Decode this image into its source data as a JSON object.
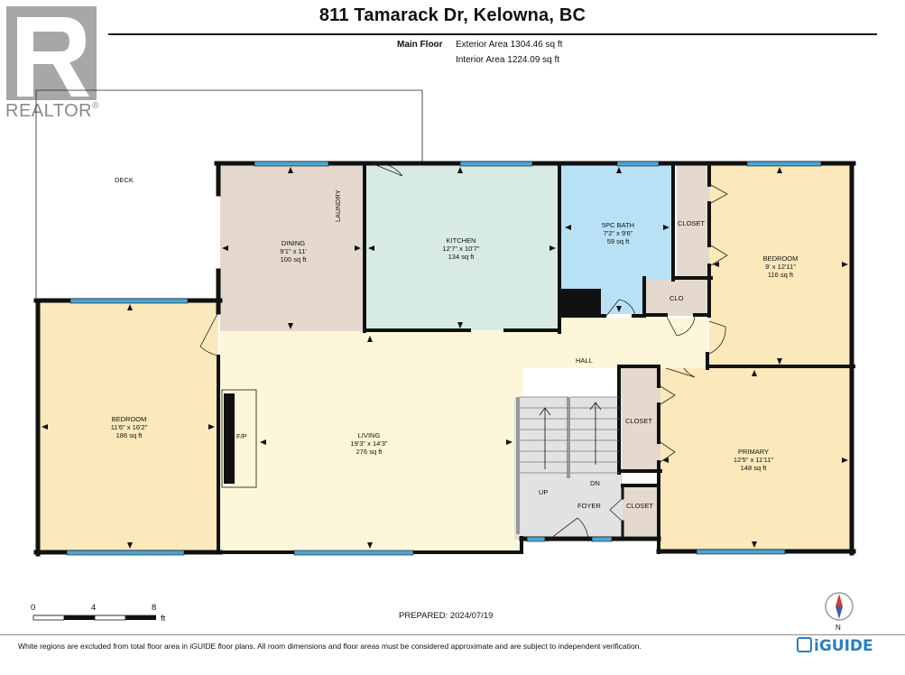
{
  "title": "811 Tamarack Dr, Kelowna, BC",
  "floor": {
    "label": "Main Floor",
    "exterior_area": "Exterior Area 1304.46 sq ft",
    "interior_area": "Interior Area 1224.09 sq ft"
  },
  "logo": {
    "text": "REALTOR",
    "mark": "®"
  },
  "rooms": {
    "dining": {
      "name": "DINING",
      "dims": "9'1\" x 11'",
      "area": "100 sq ft"
    },
    "kitchen": {
      "name": "KITCHEN",
      "dims": "12'7\" x 10'7\"",
      "area": "134 sq ft"
    },
    "bath": {
      "name": "5PC BATH",
      "dims": "7'2\" x 9'6\"",
      "area": "59 sq ft"
    },
    "bedroom_ne": {
      "name": "BEDROOM",
      "dims": "9' x 12'11\"",
      "area": "116 sq ft"
    },
    "bedroom_w": {
      "name": "BEDROOM",
      "dims": "11'6\" x 16'2\"",
      "area": "186 sq ft"
    },
    "living": {
      "name": "LIVING",
      "dims": "19'3\" x 14'3\"",
      "area": "276 sq ft"
    },
    "primary": {
      "name": "PRIMARY",
      "dims": "12'5\" x 11'11\"",
      "area": "148 sq ft"
    }
  },
  "labels": {
    "deck": "DECK",
    "laundry": "LAUNDRY",
    "closet1": "CLOSET",
    "clo": "CLO",
    "hall": "HALL",
    "fp": "F/P",
    "closet2": "CLOSET",
    "closet3": "CLOSET",
    "up": "UP",
    "dn": "DN",
    "foyer": "FOYER"
  },
  "scale": {
    "ticks": [
      "0",
      "4",
      "8"
    ],
    "unit": "ft"
  },
  "prepared": "PREPARED: 2024/07/19",
  "compass": {
    "label": "N"
  },
  "disclaimer": "White regions are excluded from total floor area in iGUIDE floor plans. All room dimensions and floor areas must be considered approximate and are subject to independent verification.",
  "brand": "iGUIDE",
  "colors": {
    "dining": "#e4d9cc",
    "kitchen": "#d7ebe3",
    "bath": "#b9e1f6",
    "bedroom": "#fbe9bb",
    "living": "#fdf6d8",
    "closet": "#e4d9cc",
    "foyer": "#e2e2e2",
    "window": "#49a6d6",
    "wall": "#111111",
    "brand": "#2a7fc1"
  }
}
